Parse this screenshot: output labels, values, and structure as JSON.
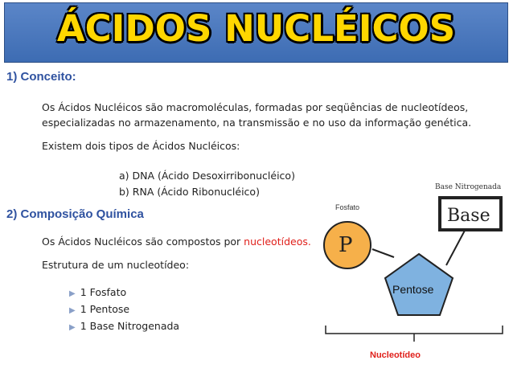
{
  "title": "ÁCIDOS NUCLÉICOS",
  "section1": {
    "heading": "1)  Conceito:",
    "line1": "Os Ácidos Nucléicos são macromoléculas, formadas por seqüências de nucleotídeos,",
    "line2": "especializadas no armazenamento, na transmissão e no uso da informação genética.",
    "types_intro": "Existem dois tipos de Ácidos Nucléicos:",
    "types": [
      "a)   DNA (Ácido Desoxirribonucléico)",
      "b)   RNA (Ácido Ribonucléico)"
    ]
  },
  "section2": {
    "heading": "2) Composição Química",
    "composed_prefix": "Os Ácidos Nucléicos são compostos por ",
    "composed_highlight": "nucleotídeos.",
    "structure_intro": "Estrutura de um nucleotídeo:",
    "components": [
      "1 Fosfato",
      "1 Pentose",
      "1 Base Nitrogenada"
    ]
  },
  "diagram": {
    "phosphate_label": "Fosfato",
    "phosphate_symbol": "P",
    "pentose_label": "Pentose",
    "base_caption": "Base Nitrogenada",
    "base_label": "Base",
    "nucleotide_label": "Nucleotídeo",
    "colors": {
      "phosphate": "#f6b04a",
      "pentose": "#7fb2e0",
      "title_bg": "#4a78bf",
      "title_text": "#ffd700",
      "heading": "#2f52a0",
      "highlight": "#e0201b"
    }
  }
}
